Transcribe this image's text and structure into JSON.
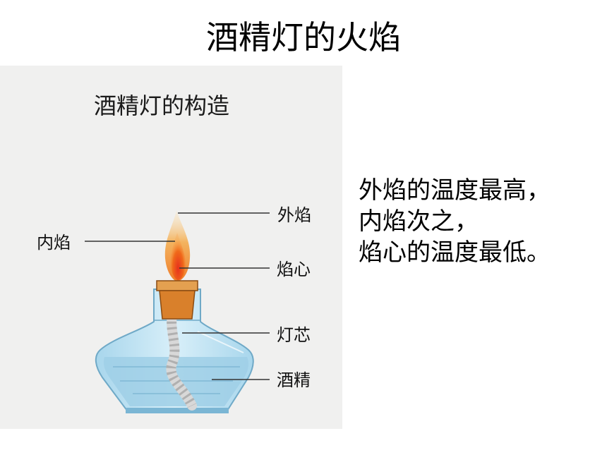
{
  "slide": {
    "title": "酒精灯的火焰"
  },
  "figure": {
    "title": "酒精灯的构造",
    "labels": {
      "outer_flame": "外焰",
      "inner_flame": "内焰",
      "flame_core": "焰心",
      "wick": "灯芯",
      "alcohol": "酒精"
    },
    "colors": {
      "panel_bg": "#f0f0ef",
      "glass": "#bfe3f3",
      "liquid": "#9fd0e8",
      "cap": "#d9802b",
      "flame_outer": "#f6c27a",
      "flame_inner": "#ef6a1e"
    }
  },
  "description": {
    "lines": [
      "外焰的温度最高，",
      "内焰次之，",
      "焰心的温度最低。"
    ]
  }
}
